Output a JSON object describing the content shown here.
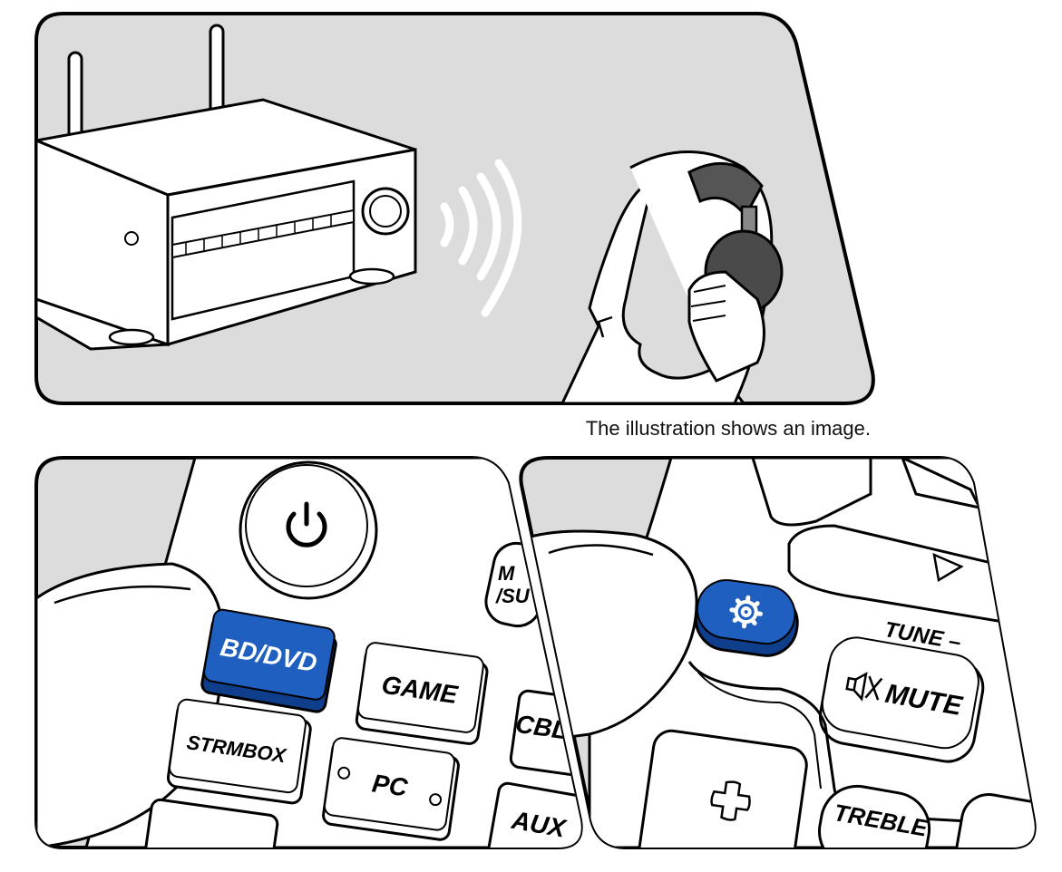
{
  "caption": "The illustration shows an image.",
  "remote_left": {
    "buttons": {
      "bd_dvd": "BD/DVD",
      "game": "GAME",
      "strmbox": "STRMBOX",
      "pc": "PC",
      "cbl": "CBL",
      "aux": "AUX",
      "partial_top": "M",
      "partial_sub": "/SU"
    }
  },
  "remote_right": {
    "buttons": {
      "tune": "TUNE –",
      "mute": "MUTE",
      "treble": "TREBLE"
    }
  },
  "colors": {
    "panel_bg": "#dcdcdc",
    "remote_body": "#ffffff",
    "accent_blue": "#1f5fbf",
    "outline": "#000000"
  },
  "icons": [
    "power-icon",
    "gear-icon",
    "mute-speaker-icon",
    "play-triangle-icon",
    "cross-dpad-icon"
  ]
}
